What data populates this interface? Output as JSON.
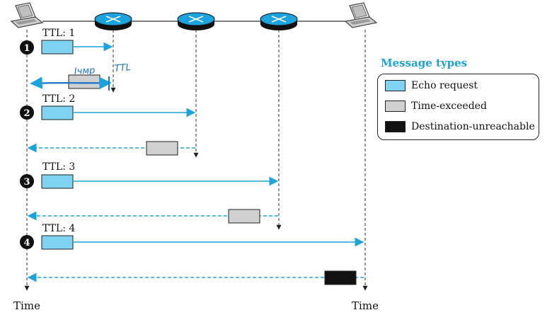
{
  "ttl_labels": [
    "TTL: 1",
    "TTL: 2",
    "TTL: 3",
    "TTL: 4"
  ],
  "step_numbers": [
    "1",
    "2",
    "3",
    "4"
  ],
  "time_labels": {
    "left": "Time",
    "right": "Time"
  },
  "handwriting": {
    "word1": "Ічмр",
    "word2": "TTL"
  },
  "legend": {
    "title": "Message types",
    "items": [
      {
        "label": "Echo request",
        "color": "#7fd3f2"
      },
      {
        "label": "Time-exceeded",
        "color": "#d0d0d0"
      },
      {
        "label": "Destination-unreachable",
        "color": "#111111"
      }
    ]
  },
  "colors": {
    "arrow": "#1aa3dc",
    "router": "#1aa3dc",
    "router_dark": "#111111",
    "line": "#333333"
  }
}
